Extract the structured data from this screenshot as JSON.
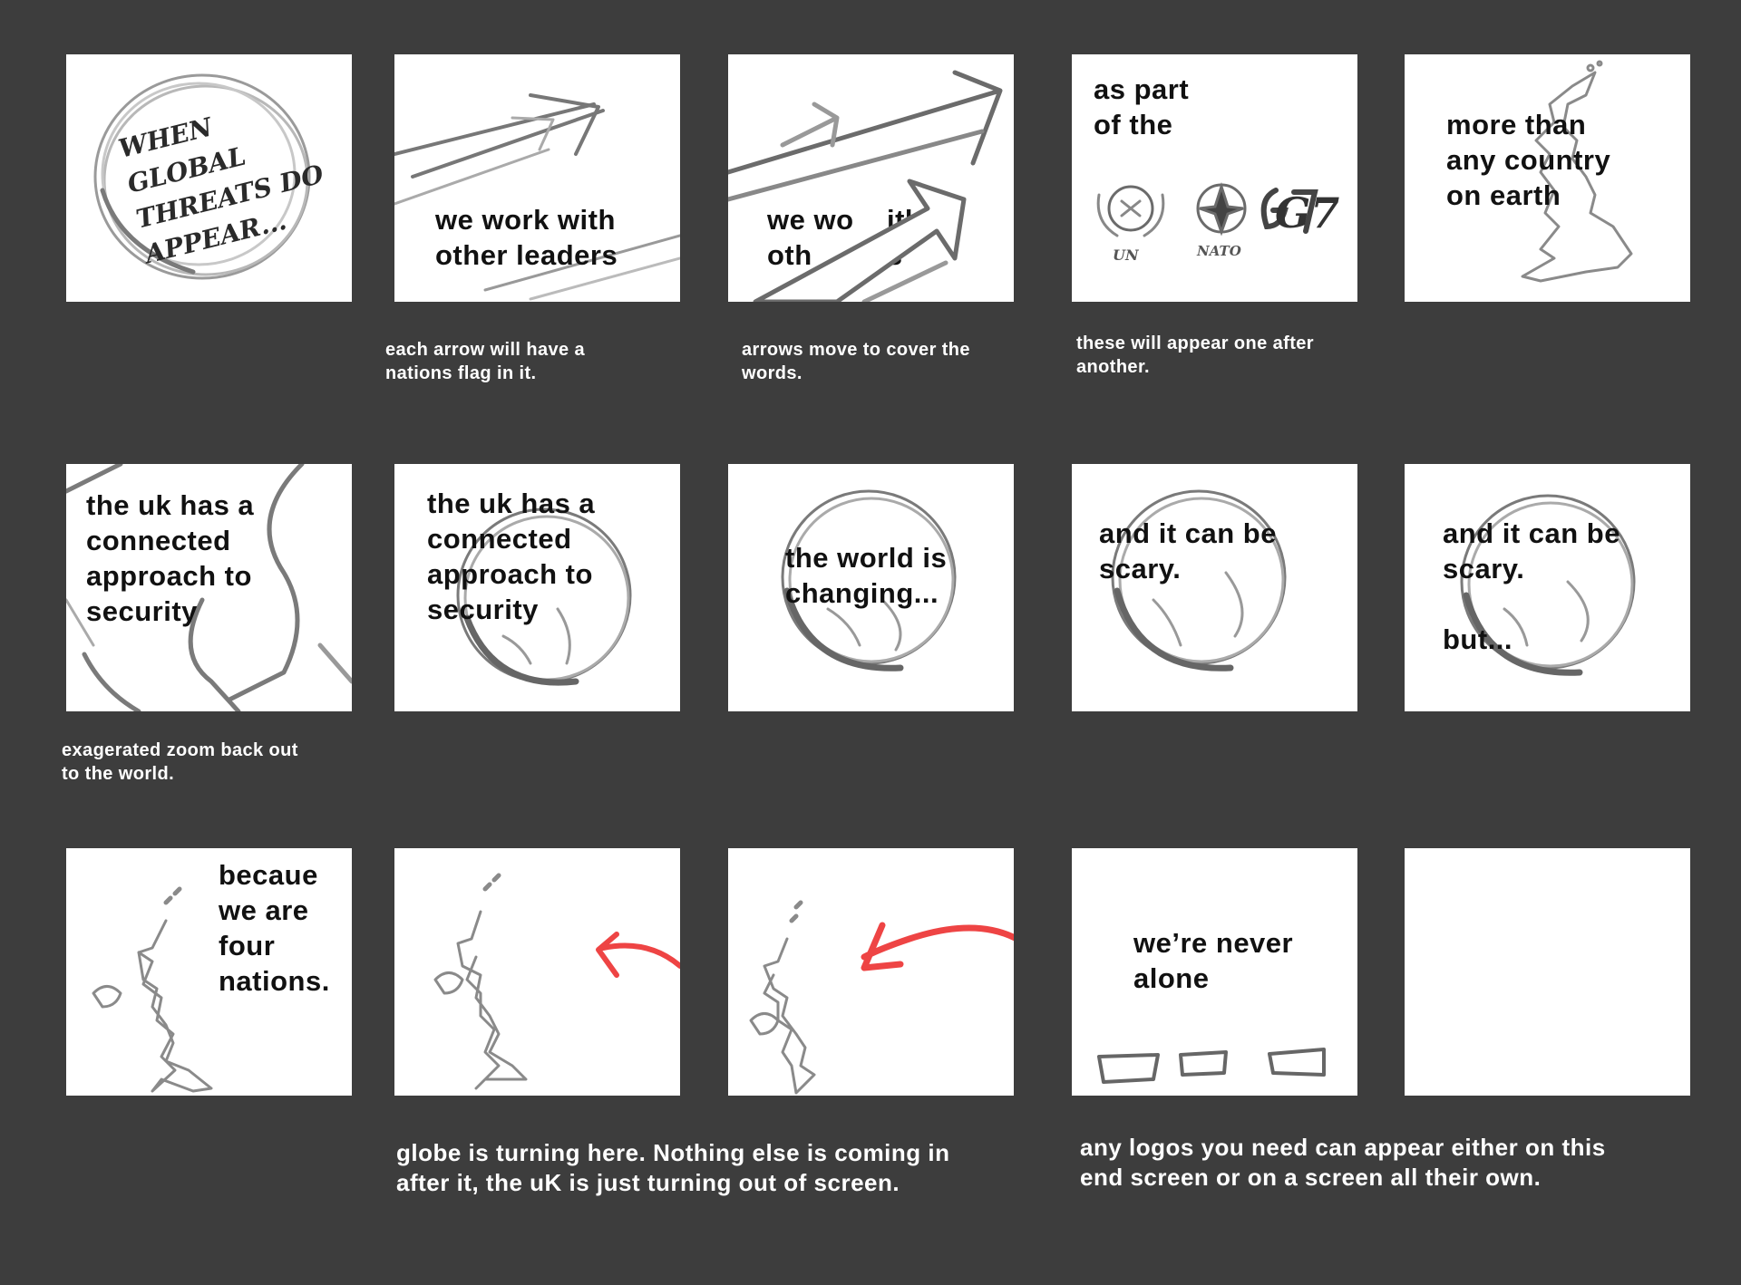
{
  "palette": {
    "background": "#3d3d3d",
    "frame": "#ffffff",
    "text": "#111111",
    "sketch": "#6b6b6b",
    "accent": "#ee4444"
  },
  "frames": [
    {
      "id": 1,
      "text": "",
      "sketch": "globe-with-handwritten-text",
      "handwriting": "WHEN\nGLOBAL\nTHREATS DO\nAPPEAR..."
    },
    {
      "id": 2,
      "text": "we work with\nother leaders",
      "sketch": "arrows-icon"
    },
    {
      "id": 3,
      "text": "we wo    ith\noth         s",
      "sketch": "arrows-icon"
    },
    {
      "id": 4,
      "text": "as part\nof the",
      "sketch": "logos-icon",
      "logo_labels": [
        "UN",
        "NATO",
        "G7"
      ]
    },
    {
      "id": 5,
      "text": "more than\nany country\non earth",
      "sketch": "uk-map-icon"
    },
    {
      "id": 6,
      "text": "the uk has a\nconnected\napproach to\nsecurity",
      "sketch": "uk-map-zoom-icon"
    },
    {
      "id": 7,
      "text": "the uk has a\nconnected\napproach to\nsecurity",
      "sketch": "globe-icon"
    },
    {
      "id": 8,
      "text": "the world is\nchanging...",
      "sketch": "globe-icon"
    },
    {
      "id": 9,
      "text": "and it can be\nscary.",
      "sketch": "globe-icon"
    },
    {
      "id": 10,
      "text": "and it can be\nscary.\n\nbut...",
      "sketch": "globe-icon"
    },
    {
      "id": 11,
      "text": "becaue\nwe are\nfour\nnations.",
      "sketch": "uk-map-icon"
    },
    {
      "id": 12,
      "text": "",
      "sketch": "uk-map-with-red-arrow"
    },
    {
      "id": 13,
      "text": "",
      "sketch": "uk-map-with-red-arrow"
    },
    {
      "id": 14,
      "text": "we’re never\nalone",
      "sketch": "flags-icon"
    },
    {
      "id": 15,
      "text": "",
      "sketch": "blank"
    }
  ],
  "notes": {
    "arrow_flags": "each arrow will have a\nnations flag in it.",
    "arrows_cover": "arrows move to cover the\nwords.",
    "appear_sequence": "these will appear one after\nanother.",
    "zoom_out": "exagerated zoom back out\nto the world.",
    "globe_turning": "globe is turning here. Nothing else is coming in\nafter it, the uK is just turning out of screen.",
    "logos_end": "any logos you need can appear either on this\nend screen or on a screen all their own."
  }
}
